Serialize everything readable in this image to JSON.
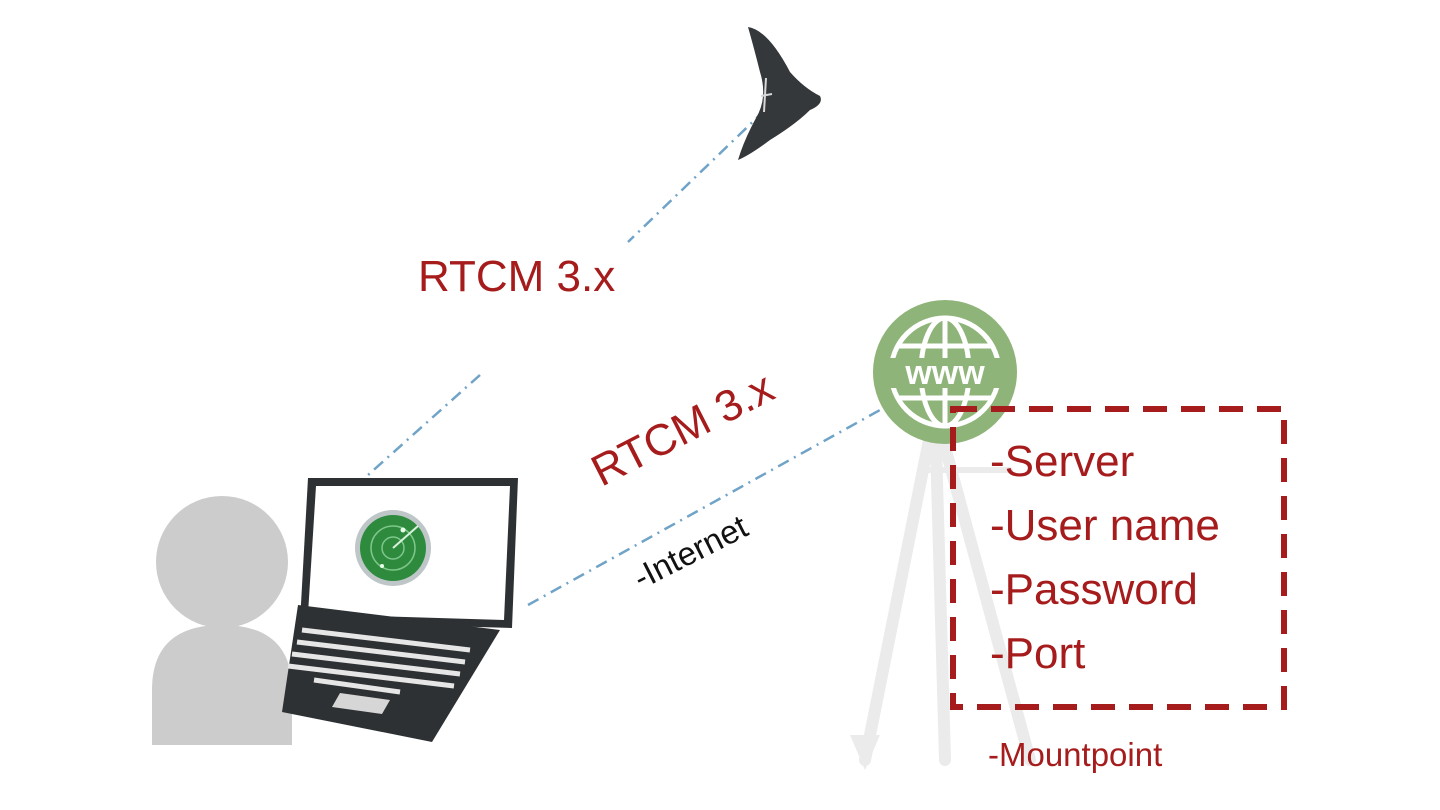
{
  "diagram": {
    "drone_link_label": "RTCM 3.x",
    "internet_link_label": "RTCM 3.x",
    "internet_label": "-Internet",
    "params": [
      "-Server",
      "-User name",
      "-Password",
      "-Port"
    ],
    "mountpoint_label": "-Mountpoint",
    "globe_text": "www"
  },
  "icons": {
    "drone": "fixed-wing-drone-icon",
    "user": "user-silhouette-icon",
    "laptop": "laptop-icon",
    "radar": "radar-icon",
    "globe": "globe-www-icon",
    "tripod": "tripod-icon"
  },
  "colors": {
    "label_red": "#a61c1c",
    "link_blue": "#6fa3c8",
    "globe_green": "#8fb47a",
    "user_gray": "#cccccc",
    "laptop_dark": "#2e3133",
    "tripod_light": "#e8e8e8"
  }
}
